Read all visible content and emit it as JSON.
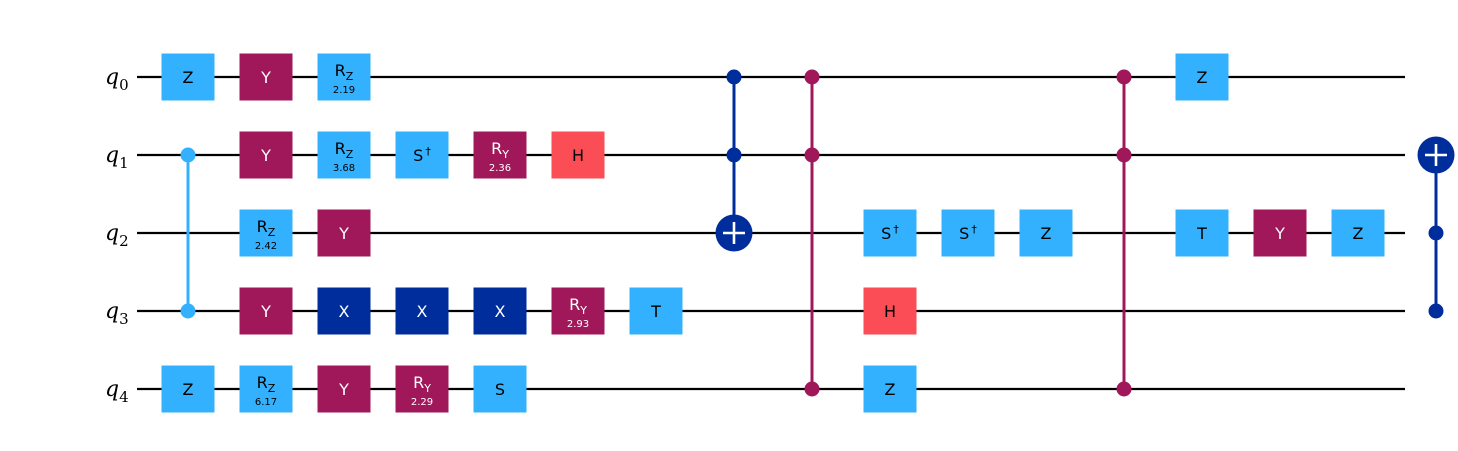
{
  "colors": {
    "pauli": "#a0185a",
    "light": "#33b1ff",
    "dark": "#002d9c",
    "h": "#fa4d56",
    "wire": "#000000",
    "on_light": "#000000",
    "on_dark": "#ffffff"
  },
  "qubits": [
    {
      "name": "q",
      "index": "0"
    },
    {
      "name": "q",
      "index": "1"
    },
    {
      "name": "q",
      "index": "2"
    },
    {
      "name": "q",
      "index": "3"
    },
    {
      "name": "q",
      "index": "4"
    }
  ],
  "gates": [
    {
      "col": 0,
      "qubit": 0,
      "label": "Z",
      "color": "light"
    },
    {
      "col": 0,
      "qubit": 4,
      "label": "Z",
      "color": "light"
    },
    {
      "col": 1,
      "qubit": 0,
      "label": "Y",
      "color": "pauli"
    },
    {
      "col": 1,
      "qubit": 1,
      "label": "Y",
      "color": "pauli"
    },
    {
      "col": 1,
      "qubit": 2,
      "label": "R",
      "sub": "Z",
      "param": "2.42",
      "color": "light"
    },
    {
      "col": 1,
      "qubit": 3,
      "label": "Y",
      "color": "pauli"
    },
    {
      "col": 1,
      "qubit": 4,
      "label": "R",
      "sub": "Z",
      "param": "6.17",
      "color": "light"
    },
    {
      "col": 2,
      "qubit": 0,
      "label": "R",
      "sub": "Z",
      "param": "2.19",
      "color": "light"
    },
    {
      "col": 2,
      "qubit": 1,
      "label": "R",
      "sub": "Z",
      "param": "3.68",
      "color": "light"
    },
    {
      "col": 2,
      "qubit": 2,
      "label": "Y",
      "color": "pauli"
    },
    {
      "col": 2,
      "qubit": 3,
      "label": "X",
      "color": "dark"
    },
    {
      "col": 2,
      "qubit": 4,
      "label": "Y",
      "color": "pauli"
    },
    {
      "col": 3,
      "qubit": 1,
      "label": "S",
      "sup": "†",
      "color": "light"
    },
    {
      "col": 3,
      "qubit": 3,
      "label": "X",
      "color": "dark"
    },
    {
      "col": 3,
      "qubit": 4,
      "label": "R",
      "sub": "Y",
      "param": "2.29",
      "color": "pauli"
    },
    {
      "col": 4,
      "qubit": 1,
      "label": "R",
      "sub": "Y",
      "param": "2.36",
      "color": "pauli"
    },
    {
      "col": 4,
      "qubit": 3,
      "label": "X",
      "color": "dark"
    },
    {
      "col": 4,
      "qubit": 4,
      "label": "S",
      "color": "light"
    },
    {
      "col": 5,
      "qubit": 1,
      "label": "H",
      "color": "h"
    },
    {
      "col": 5,
      "qubit": 3,
      "label": "R",
      "sub": "Y",
      "param": "2.93",
      "color": "pauli"
    },
    {
      "col": 6,
      "qubit": 3,
      "label": "T",
      "color": "light"
    },
    {
      "col": 9,
      "qubit": 2,
      "label": "S",
      "sup": "†",
      "color": "light"
    },
    {
      "col": 9,
      "qubit": 3,
      "label": "H",
      "color": "h"
    },
    {
      "col": 9,
      "qubit": 4,
      "label": "Z",
      "color": "light"
    },
    {
      "col": 10,
      "qubit": 2,
      "label": "S",
      "sup": "†",
      "color": "light"
    },
    {
      "col": 11,
      "qubit": 2,
      "label": "Z",
      "color": "light"
    },
    {
      "col": 13,
      "qubit": 0,
      "label": "Z",
      "color": "light"
    },
    {
      "col": 13,
      "qubit": 2,
      "label": "T",
      "color": "light"
    },
    {
      "col": 14,
      "qubit": 2,
      "label": "Y",
      "color": "pauli"
    },
    {
      "col": 15,
      "qubit": 2,
      "label": "Z",
      "color": "light"
    }
  ],
  "multi": [
    {
      "col": 0,
      "kind": "cz",
      "qubits": [
        1,
        3
      ],
      "color": "light"
    },
    {
      "col": 7,
      "kind": "ccx",
      "controls": [
        0,
        1
      ],
      "target": 2,
      "color": "dark"
    },
    {
      "col": 8,
      "kind": "ccz",
      "qubits": [
        0,
        1,
        4
      ],
      "color": "pauli"
    },
    {
      "col": 12,
      "kind": "ccz",
      "qubits": [
        0,
        1,
        4
      ],
      "color": "pauli"
    },
    {
      "col": 16,
      "kind": "ccx",
      "controls": [
        2,
        3
      ],
      "target": 1,
      "color": "dark"
    }
  ]
}
